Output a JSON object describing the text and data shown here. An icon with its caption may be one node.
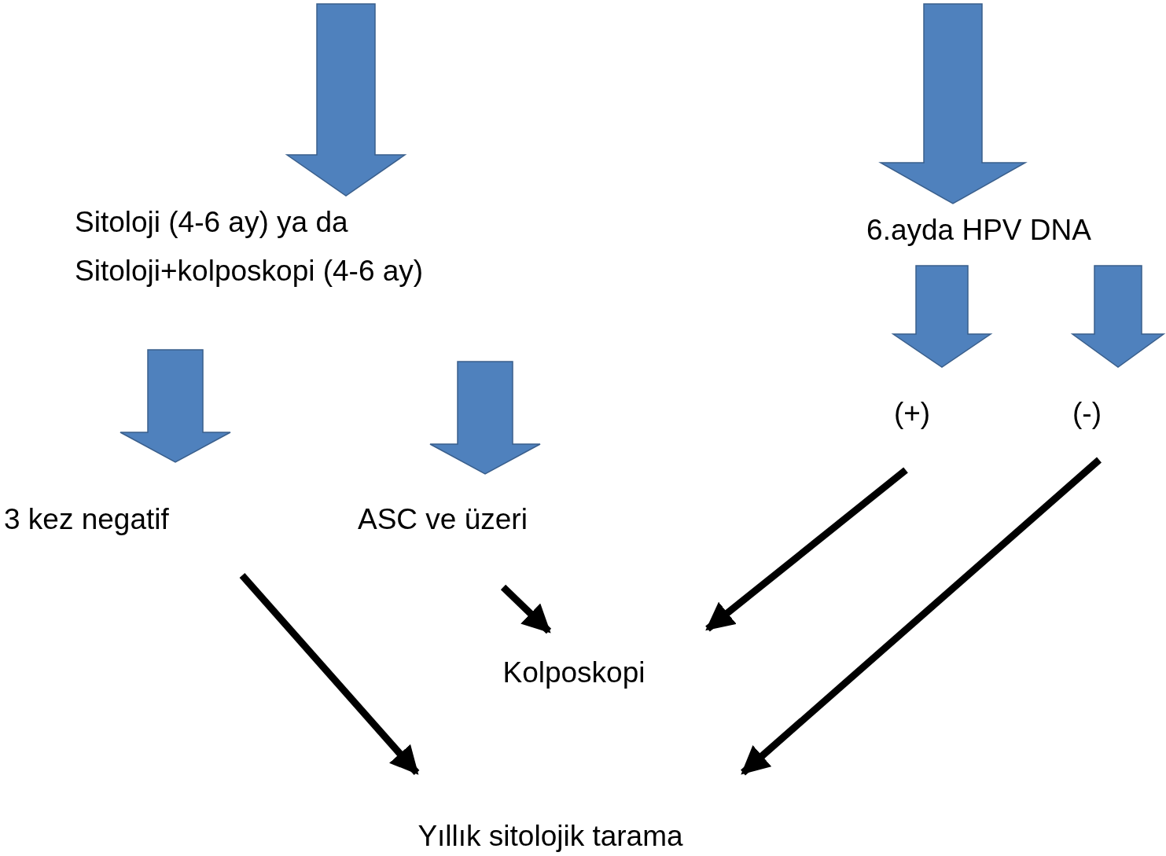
{
  "diagram": {
    "nodes": [
      {
        "text": [
          "Sitoloji (4-6 ay) ya da Sitoloji+kolposkopi (4-6 ay)"
        ]
      },
      {
        "text": [
          "6.ayda HPV DNA"
        ]
      },
      {
        "text": [
          "3 kez negatif"
        ]
      },
      {
        "text": [
          "ASC ve üzeri"
        ]
      },
      {
        "text": [
          "(+)"
        ]
      },
      {
        "text": [
          "(-)"
        ]
      },
      {
        "text": [
          "Kolposkopi"
        ]
      },
      {
        "text": [
          "Yıllık sitolojik tarama"
        ]
      }
    ],
    "edges": [
      {
        "from": null,
        "to": 0,
        "arrow": "to",
        "style": "thick"
      },
      {
        "from": null,
        "to": 1,
        "arrow": "to",
        "style": "thick"
      },
      {
        "from": 0,
        "to": 2,
        "arrow": "to",
        "style": "thick"
      },
      {
        "from": 0,
        "to": 3,
        "arrow": "to",
        "style": "thick"
      },
      {
        "from": 1,
        "to": 4,
        "arrow": "to",
        "style": "thick"
      },
      {
        "from": 1,
        "to": 5,
        "arrow": "to",
        "style": "thick"
      },
      {
        "from": 2,
        "to": 7,
        "arrow": "to"
      },
      {
        "from": 3,
        "to": 6,
        "arrow": "to"
      },
      {
        "from": 4,
        "to": 6,
        "arrow": "to"
      },
      {
        "from": 5,
        "to": 7,
        "arrow": "to"
      }
    ]
  }
}
